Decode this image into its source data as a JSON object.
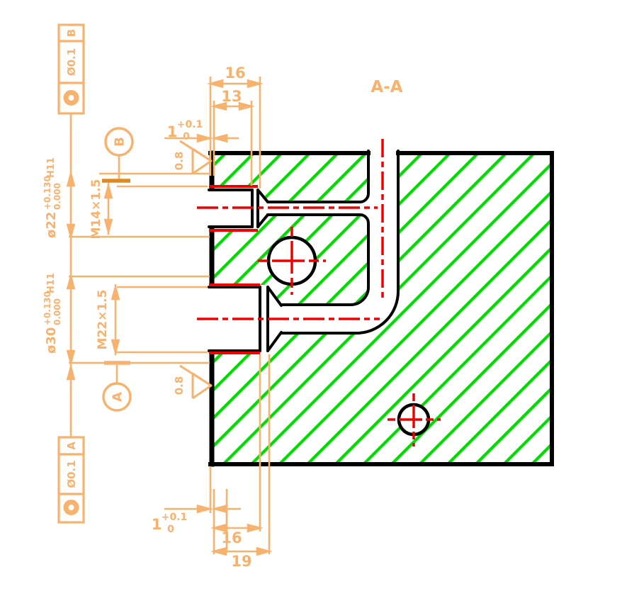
{
  "section_label": "A-A",
  "fcf_top": {
    "tolerance": "Ø0.1",
    "datum": "B"
  },
  "fcf_bottom": {
    "tolerance": "Ø0.1",
    "datum": "A"
  },
  "datum_top": "B",
  "datum_bottom": "A",
  "dim_top_outer": "16",
  "dim_top_inner": "13",
  "groove_top": {
    "nominal": "1",
    "upper": "+0.1",
    "lower": "0"
  },
  "groove_bottom": {
    "nominal": "1",
    "upper": "+0.1",
    "lower": "0"
  },
  "dim_bottom_inner": "16",
  "dim_bottom_outer": "19",
  "bore_top": {
    "nominal": "ø22",
    "upper": "+0.130",
    "lower": "0.000",
    "fit": "H11"
  },
  "thread_top": "M14×1.5",
  "bore_bottom": {
    "nominal": "ø30",
    "upper": "+0.130",
    "lower": "0.000",
    "fit": "H11"
  },
  "thread_bottom": "M22×1.5",
  "roughness_top": "0.8",
  "roughness_bottom": "0.8",
  "colors": {
    "dimension": "#F7B26E",
    "datum_tick": "#DE8A1F",
    "hatch": "#00DC00",
    "centerline": "#EE0000",
    "outline": "#000000",
    "background": "#FFFFFF"
  }
}
